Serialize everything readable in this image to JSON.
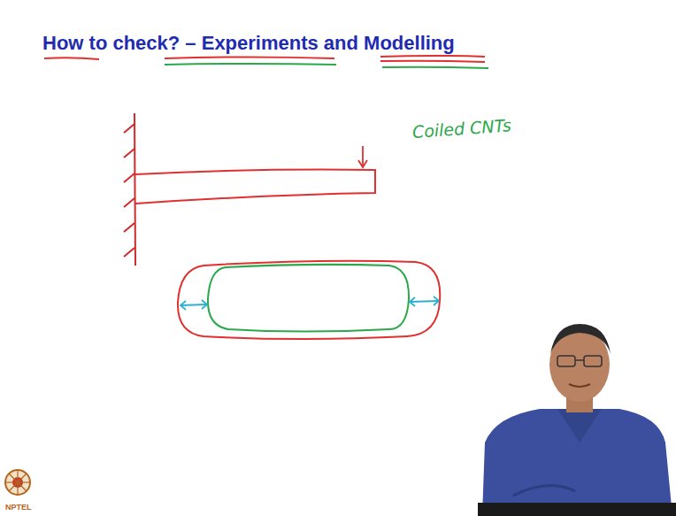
{
  "diagram": {
    "title": "How to check? – Experiments and Modelling",
    "labels": [
      "Coiled CNTs",
      "NPTEL"
    ]
  }
}
